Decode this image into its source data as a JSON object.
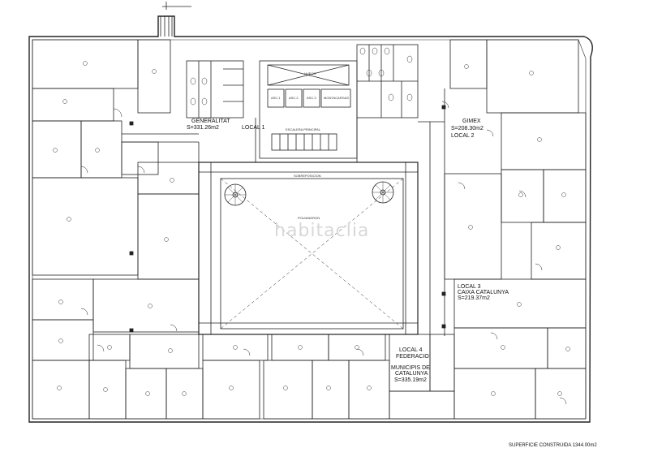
{
  "labels": {
    "generalitat": {
      "name": "GENERALITAT",
      "area": "S=331.26m2",
      "local": "LOCAL 1"
    },
    "gimex": {
      "name": "GIMEX",
      "area": "S=208.30m2",
      "local": "LOCAL 2"
    },
    "caixa": {
      "local": "LOCAL 3",
      "name": "CAIXA CATALUNYA",
      "area": "S=219.37m2"
    },
    "federacio": {
      "local": "LOCAL 4",
      "name1": "FEDERACIO",
      "name2": "MUNICIPIS DE",
      "name3": "CATALUNYA",
      "area": "S=335.19m2"
    }
  },
  "small_text": {
    "patio": "POU/ANDRON",
    "sobreposicion": "SOBREPOSICION",
    "escalera": "ESCALERA PRINCIPAL",
    "montacargas": "MONTACARGAS",
    "asc1": "ASC.1",
    "asc2": "ASC.2",
    "asc3": "ASC.3",
    "hueco": "HUECO"
  },
  "watermark": "habitaclia",
  "footer": "SUPERFICIE CONSTRUIDA 1344.00m2"
}
